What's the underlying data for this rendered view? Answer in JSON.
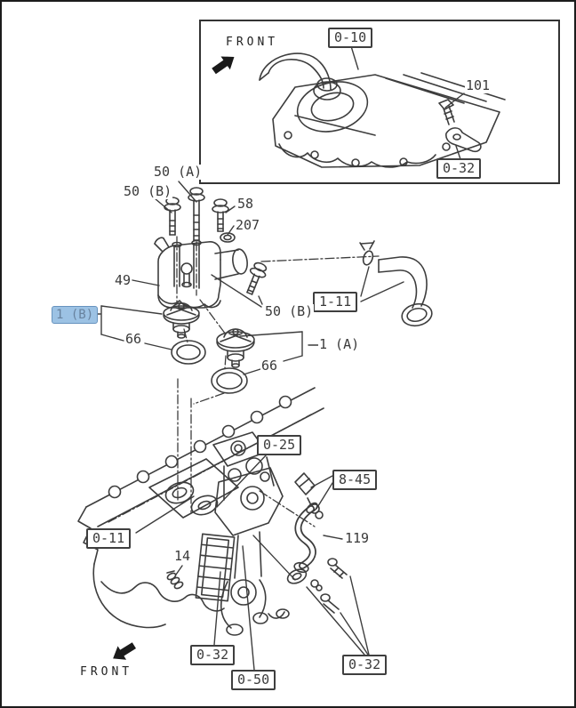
{
  "diagram": {
    "line_color": "#3d3d3d",
    "bg_color": "#ffffff",
    "highlight": {
      "bg": "#9cc2e4",
      "border": "#6793be",
      "text": "#68829e"
    }
  },
  "inset": {
    "front": "FRONT",
    "ref_rocker_cover": "0-10",
    "part_101": "101",
    "ref_0_32": "0-32"
  },
  "main": {
    "part_50a": "50 (A)",
    "part_50b_upper": "50 (B)",
    "part_58": "58",
    "part_207": "207",
    "part_49": "49",
    "ref_1_11": "1-11",
    "part_50b_lower": "50 (B)",
    "part_1b": "1 (B)",
    "part_66_left": "66",
    "part_1a": "1 (A)",
    "part_66_right": "66"
  },
  "lower": {
    "ref_0_25": "0-25",
    "ref_8_45": "8-45",
    "part_119": "119",
    "ref_0_11": "0-11",
    "part_14": "14",
    "ref_0_32_bottom": "0-32",
    "ref_0_50": "0-50",
    "ref_0_32_right": "0-32",
    "front": "FRONT"
  }
}
